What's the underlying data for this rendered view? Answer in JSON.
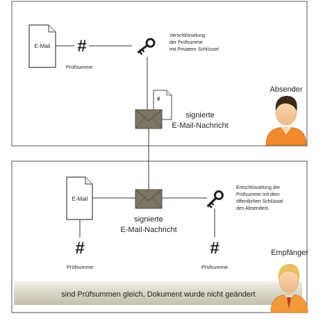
{
  "sender": {
    "email_label": "E-Mail",
    "hash_symbol": "#",
    "checksum_label": "Prüfsumme",
    "encrypt_caption": [
      "Verschlüsselung",
      "der Prüfsumme",
      "mit Privatem Schlüssel"
    ],
    "signed_message": [
      "signierte",
      "E-Mail-Nachricht"
    ],
    "person_label": "Absender"
  },
  "recipient": {
    "email_label": "E-Mail",
    "hash_left_symbol": "#",
    "checksum_left_label": "Prüfsumme",
    "signed_message": [
      "signierte",
      "E-Mail-Nachricht"
    ],
    "decrypt_caption": [
      "Entschlüsselung der",
      "Prüfsumme mit dem",
      "öffentlichen Schlüssel",
      "des Absenders"
    ],
    "hash_right_symbol": "#",
    "checksum_right_label": "Prüfsumme",
    "person_label": "Empfänger",
    "result_banner": "sind Prüfsummen gleich, Dokument wurde nicht geändert"
  },
  "colors": {
    "envelope": "#7a7663",
    "sender_shirt": "#f08a2c",
    "recipient_shirt": "#f09a3a",
    "sender_hair": "#3a2a1a",
    "recipient_hair": "#e8c060"
  }
}
